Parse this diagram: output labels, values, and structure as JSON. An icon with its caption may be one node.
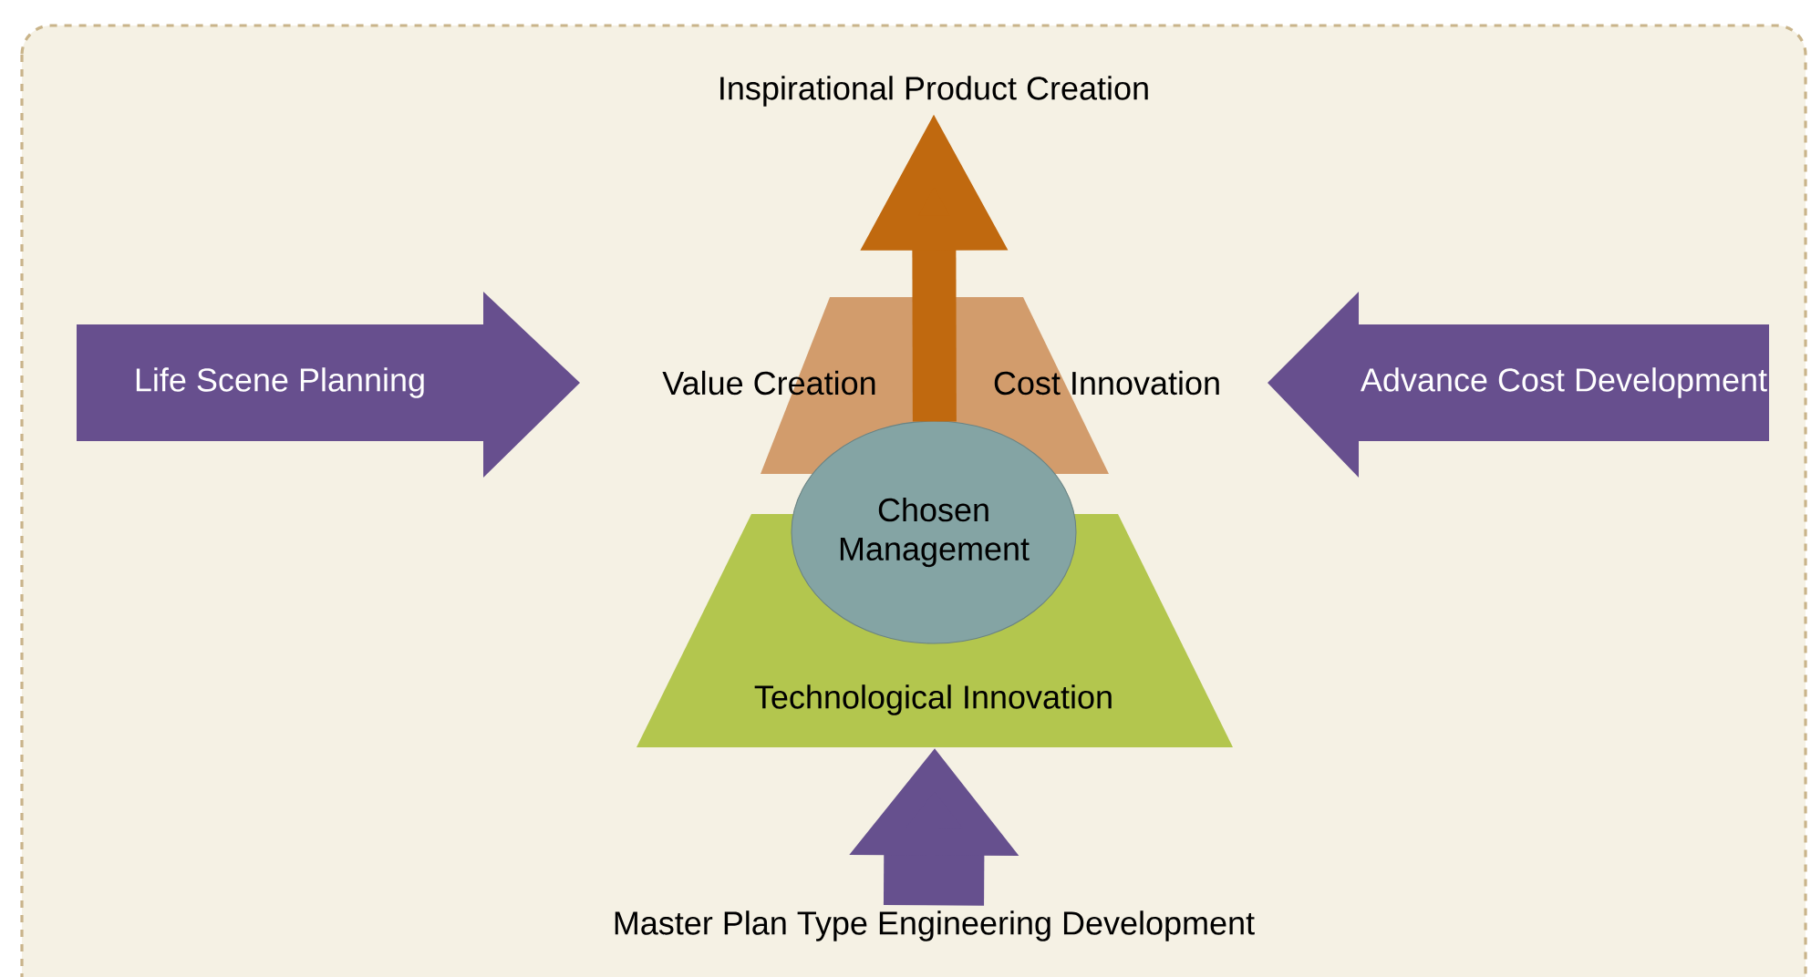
{
  "diagram": {
    "nodes": [
      {
        "text": [
          "Inspirational Product Creation"
        ]
      },
      {
        "text": [
          "Life Scene Planning"
        ]
      },
      {
        "text": [
          "Value Creation",
          "Cost Innovation"
        ]
      },
      {
        "text": [
          "Advance Cost Development"
        ]
      },
      {
        "text": [
          "Chosen Management"
        ]
      },
      {
        "text": [
          "Technological Innovation"
        ]
      },
      {
        "text": [
          "Master Plan Type Engineering Development"
        ]
      }
    ],
    "edges": [
      {
        "from": 2,
        "to": 0,
        "arrow": "to",
        "color": "#c0690f"
      },
      {
        "from": 6,
        "to": 5,
        "arrow": "to",
        "style": "thick",
        "color": "#66508e"
      }
    ]
  }
}
